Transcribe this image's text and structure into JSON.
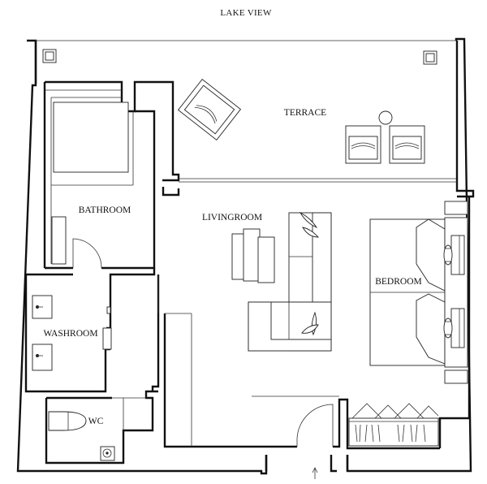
{
  "labels": {
    "lake_view": "LAKE VIEW",
    "terrace": "TERRACE",
    "bathroom": "BATHROOM",
    "livingroom": "LIVINGROOM",
    "bedroom": "BEDROOM",
    "washroom": "WASHROOM",
    "wc": "WC"
  },
  "colors": {
    "wall": "#111111",
    "line": "#333333",
    "background": "#ffffff"
  }
}
